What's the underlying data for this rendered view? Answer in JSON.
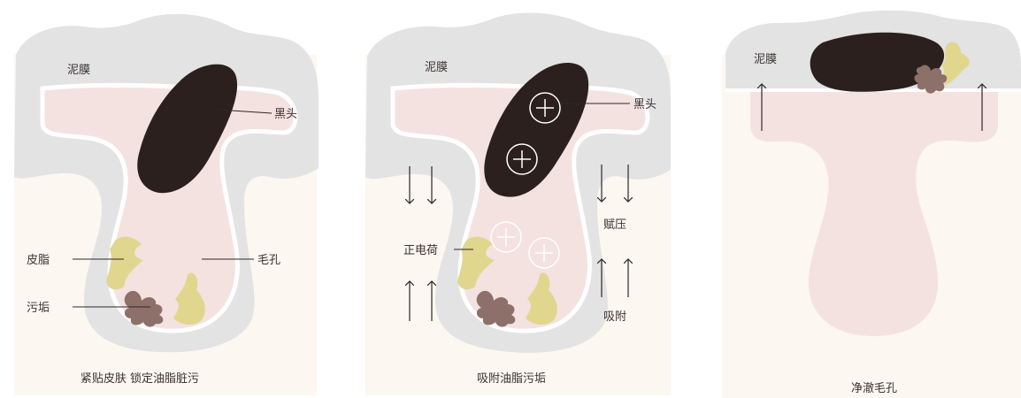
{
  "panels": [
    {
      "caption": "紧贴皮肤 锁定油脂脏污",
      "labels": {
        "mud_film": "泥膜",
        "blackhead": "黑头",
        "sebum": "皮脂",
        "dirt": "污垢",
        "pore": "毛孔"
      }
    },
    {
      "caption": "吸附油脂污垢",
      "labels": {
        "mud_film": "泥膜",
        "blackhead": "黑头",
        "positive_charge": "正电荷",
        "pressure": "赋压",
        "adsorption": "吸附"
      }
    },
    {
      "caption": "净澈毛孔",
      "labels": {
        "mud_film": "泥膜"
      }
    }
  ],
  "colors": {
    "skin_bg": "#fcf7f1",
    "mud": "#e3e3e4",
    "pore_pink": "#f4e2e1",
    "blackhead": "#2b201d",
    "sebum": "#e0d68e",
    "dirt": "#8d7069",
    "line": "#2d2826"
  }
}
